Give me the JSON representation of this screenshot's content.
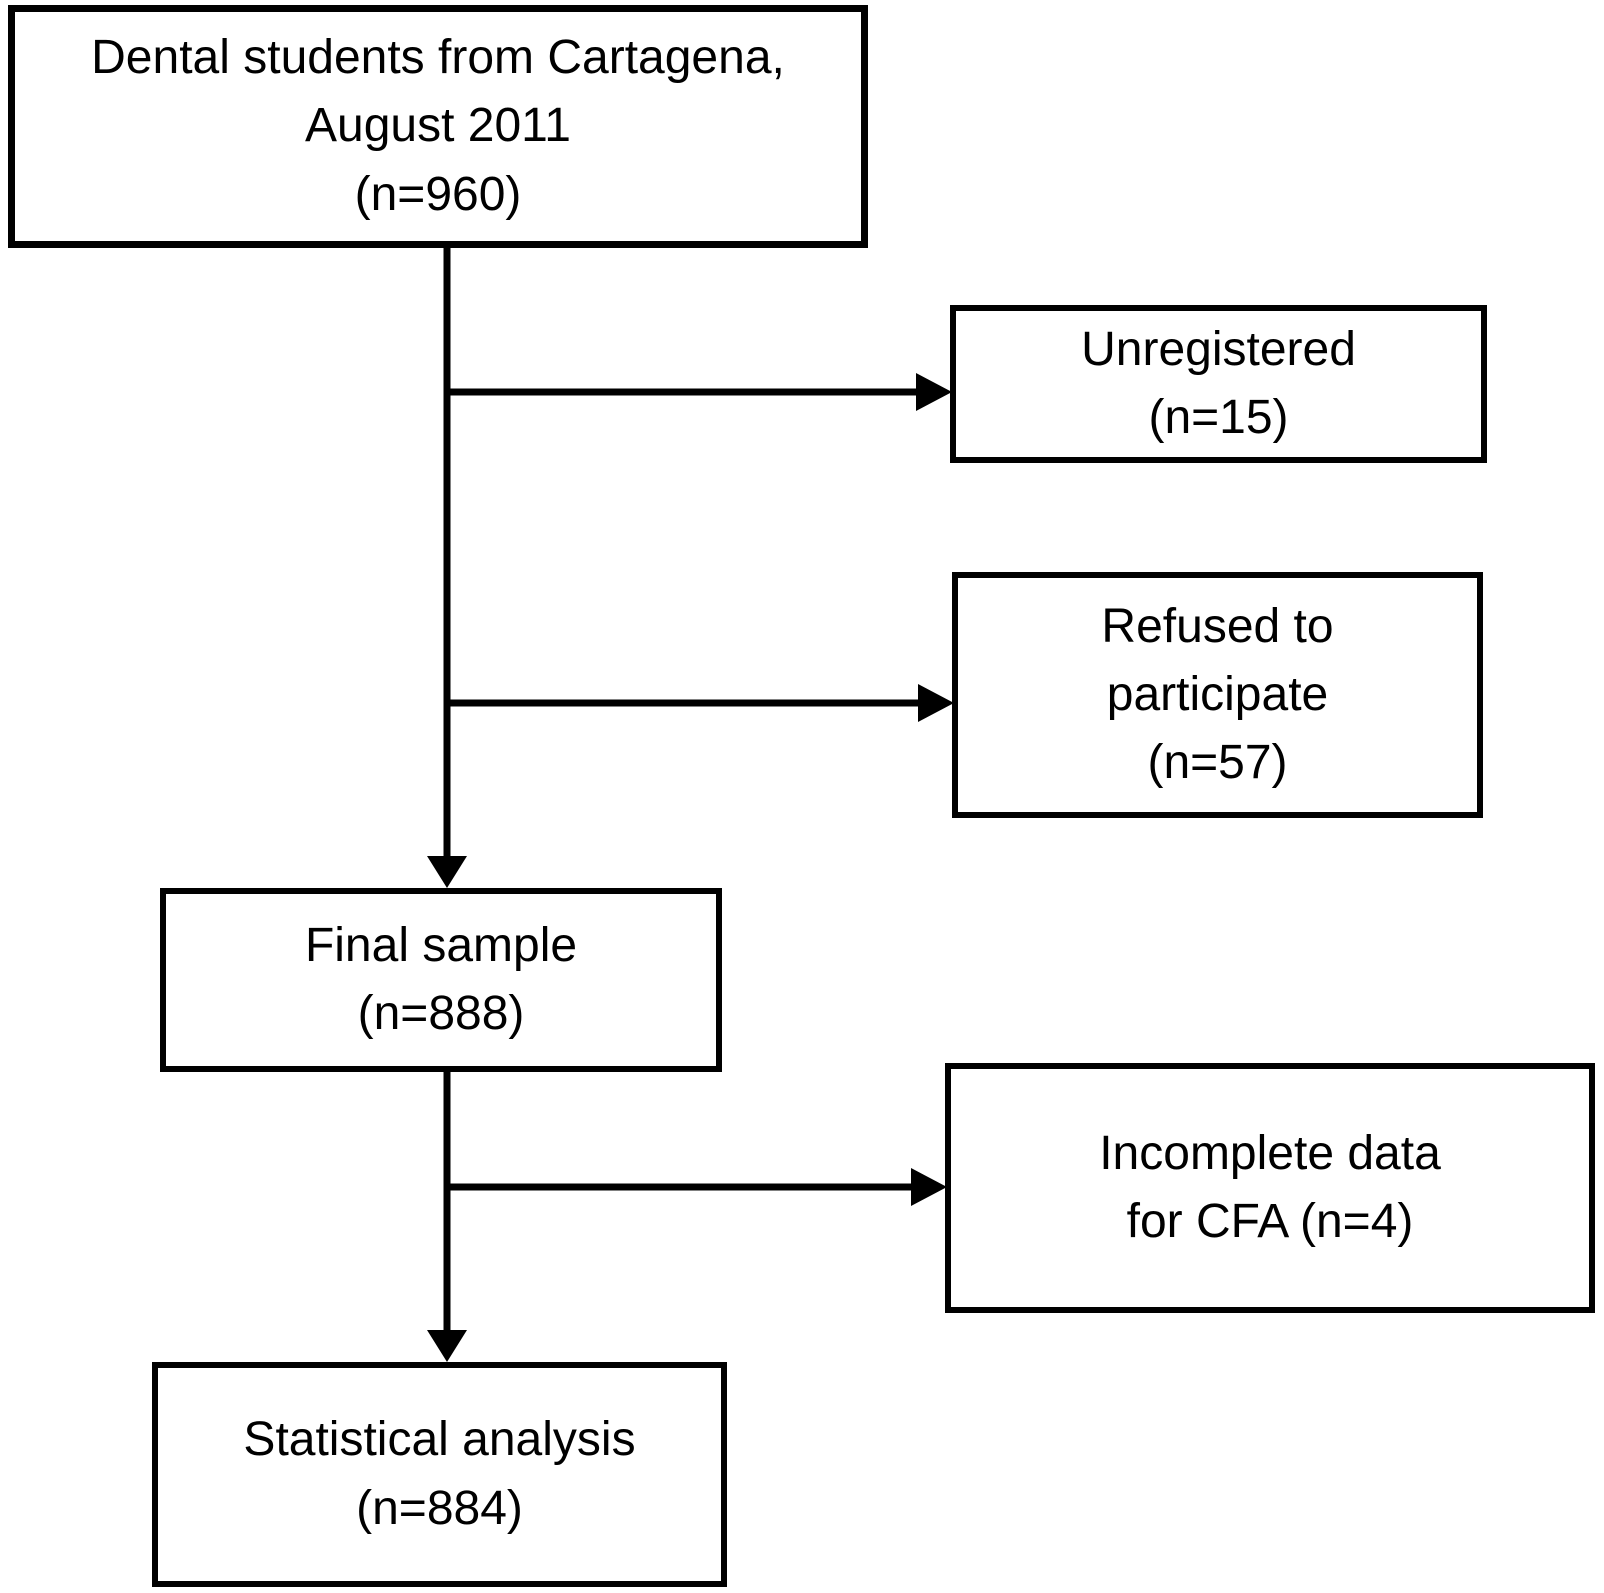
{
  "diagram": {
    "type": "flowchart",
    "colors": {
      "background": "#ffffff",
      "box_fill": "#ffffff",
      "box_border": "#000000",
      "text": "#000000",
      "connector": "#000000"
    },
    "nodes": {
      "population": {
        "id": "population",
        "n": 960,
        "lines": [
          "Dental students from Cartagena,",
          "August 2011",
          "(n=960)"
        ]
      },
      "unregistered": {
        "id": "unregistered",
        "n": 15,
        "lines": [
          "Unregistered",
          "(n=15)"
        ]
      },
      "refused": {
        "id": "refused",
        "n": 57,
        "lines": [
          "Refused to",
          "participate",
          "(n=57)"
        ]
      },
      "final_sample": {
        "id": "final-sample",
        "n": 888,
        "lines": [
          "Final sample",
          "(n=888)"
        ]
      },
      "incomplete": {
        "id": "incomplete-data",
        "n": 4,
        "lines": [
          "Incomplete data",
          "for CFA (n=4)"
        ]
      },
      "statistical": {
        "id": "statistical-analysis",
        "n": 884,
        "lines": [
          "Statistical analysis",
          "(n=884)"
        ]
      }
    },
    "edges": [
      {
        "from": "population",
        "to": "unregistered",
        "type": "exclusion-branch"
      },
      {
        "from": "population",
        "to": "refused",
        "type": "exclusion-branch"
      },
      {
        "from": "population",
        "to": "final-sample",
        "type": "main-flow"
      },
      {
        "from": "final-sample",
        "to": "incomplete-data",
        "type": "exclusion-branch"
      },
      {
        "from": "final-sample",
        "to": "statistical-analysis",
        "type": "main-flow"
      }
    ]
  }
}
